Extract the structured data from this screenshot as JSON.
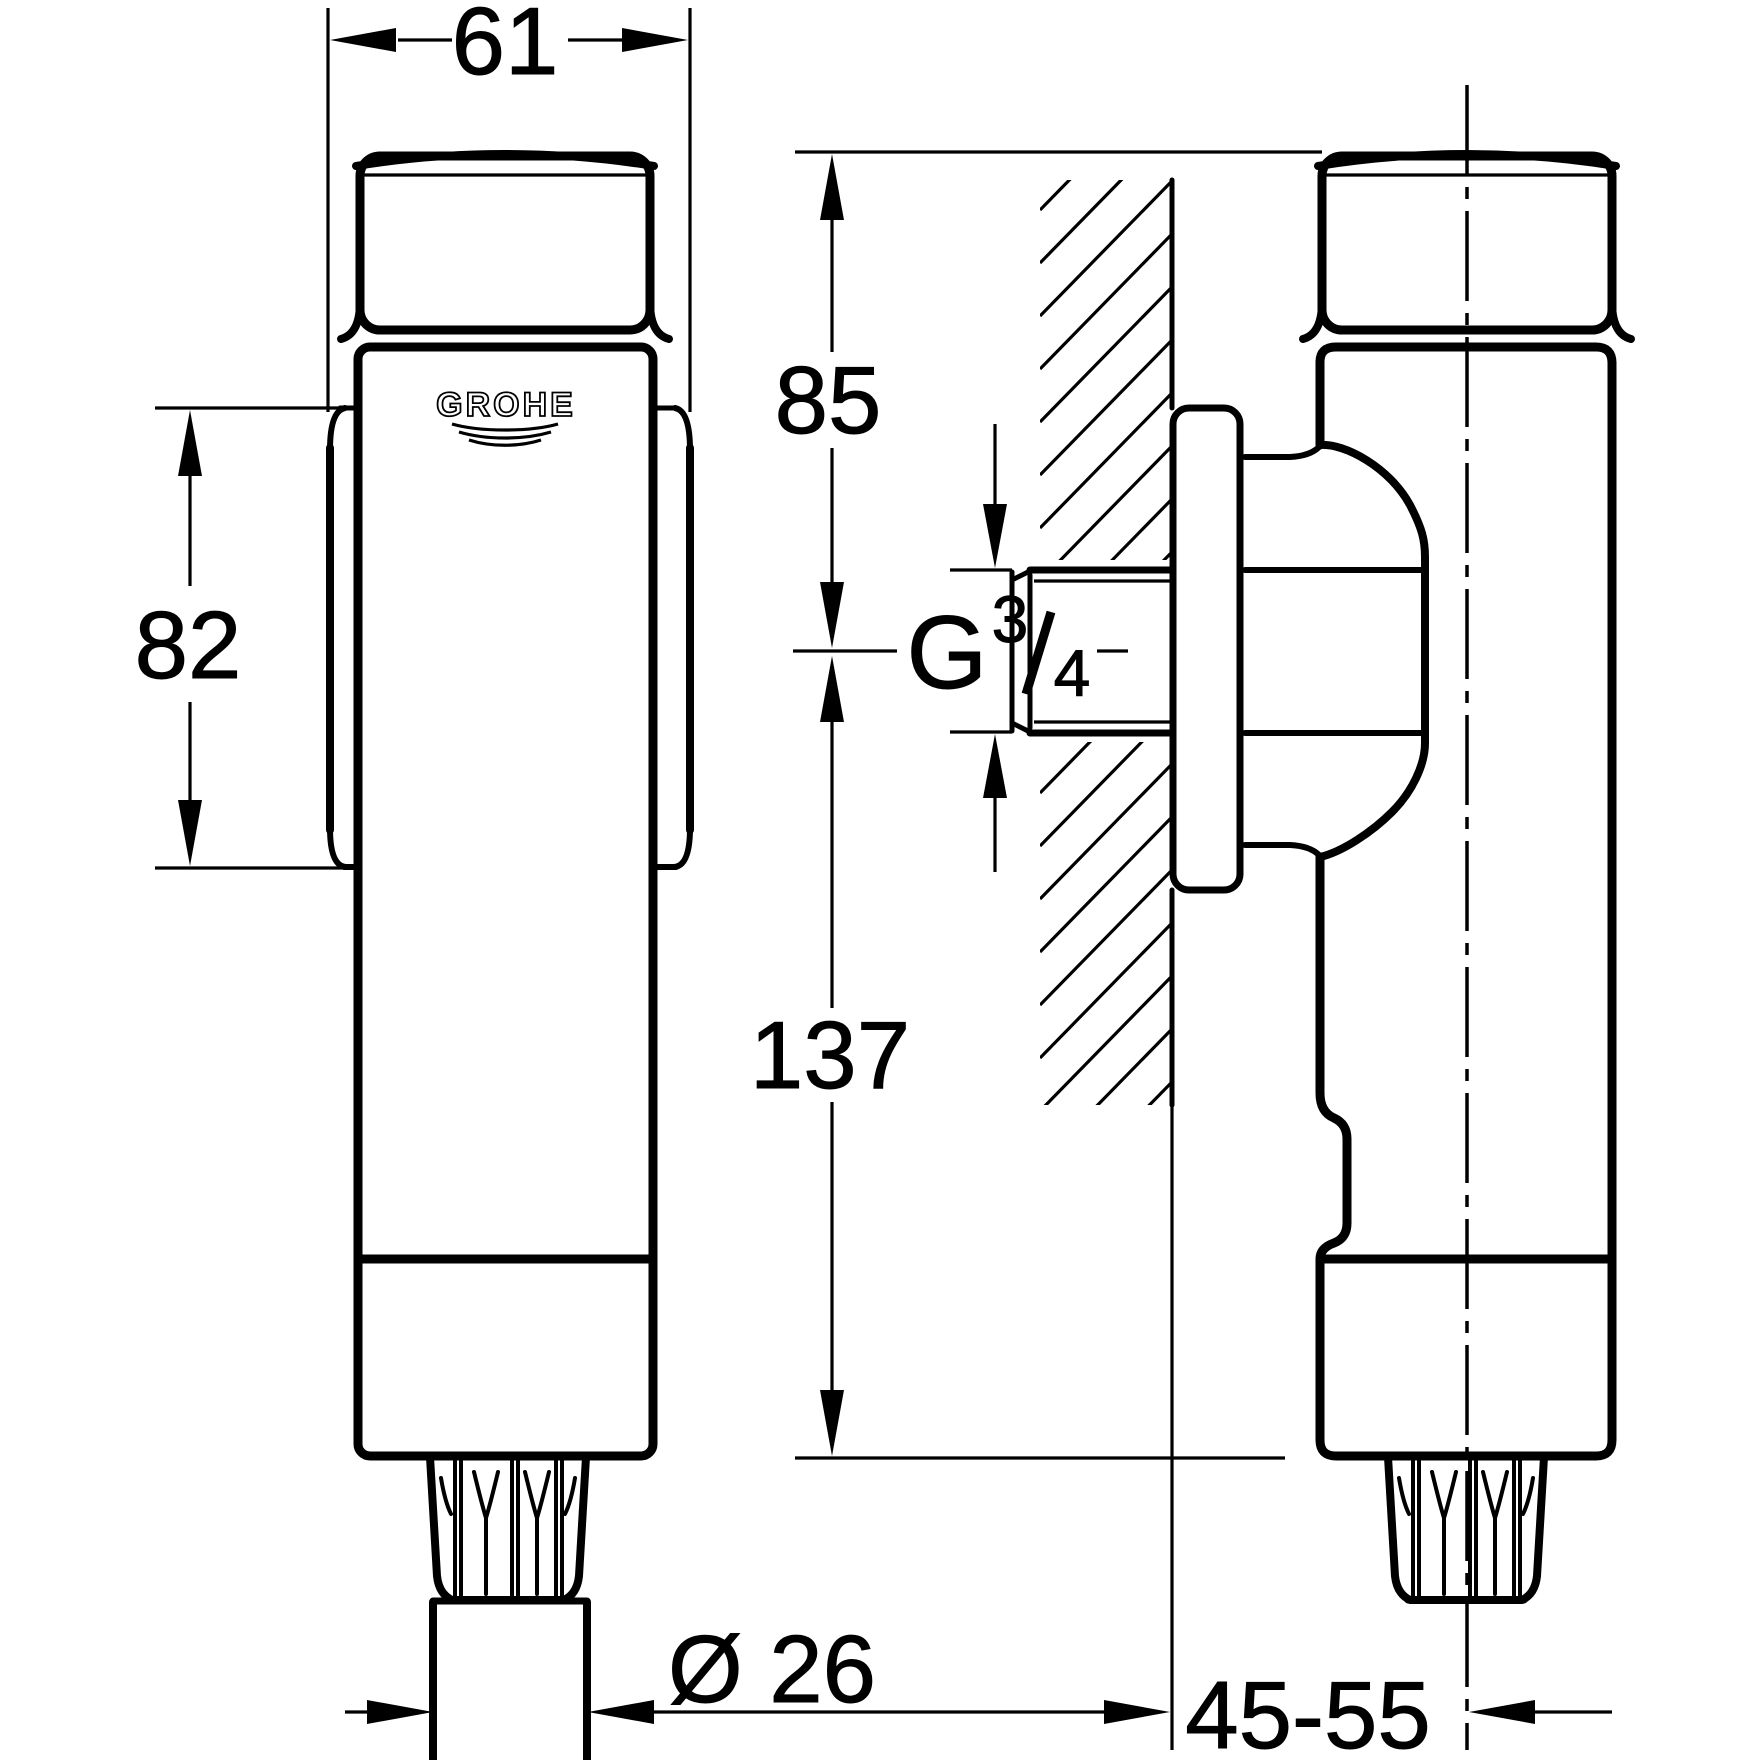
{
  "drawing": {
    "brand": "GROHE",
    "dimensions": {
      "width": "61",
      "escutcheon_height": "82",
      "top_to_inlet_center": "85",
      "inlet_center_to_outlet": "137",
      "outlet_pipe_diameter": "Ø 26",
      "wall_to_axis_range": "45-55",
      "thread": {
        "g": "G",
        "numerator": "3",
        "slash": "/",
        "denominator": "4"
      }
    },
    "colors": {
      "line": "#000000",
      "background": "#ffffff"
    }
  }
}
